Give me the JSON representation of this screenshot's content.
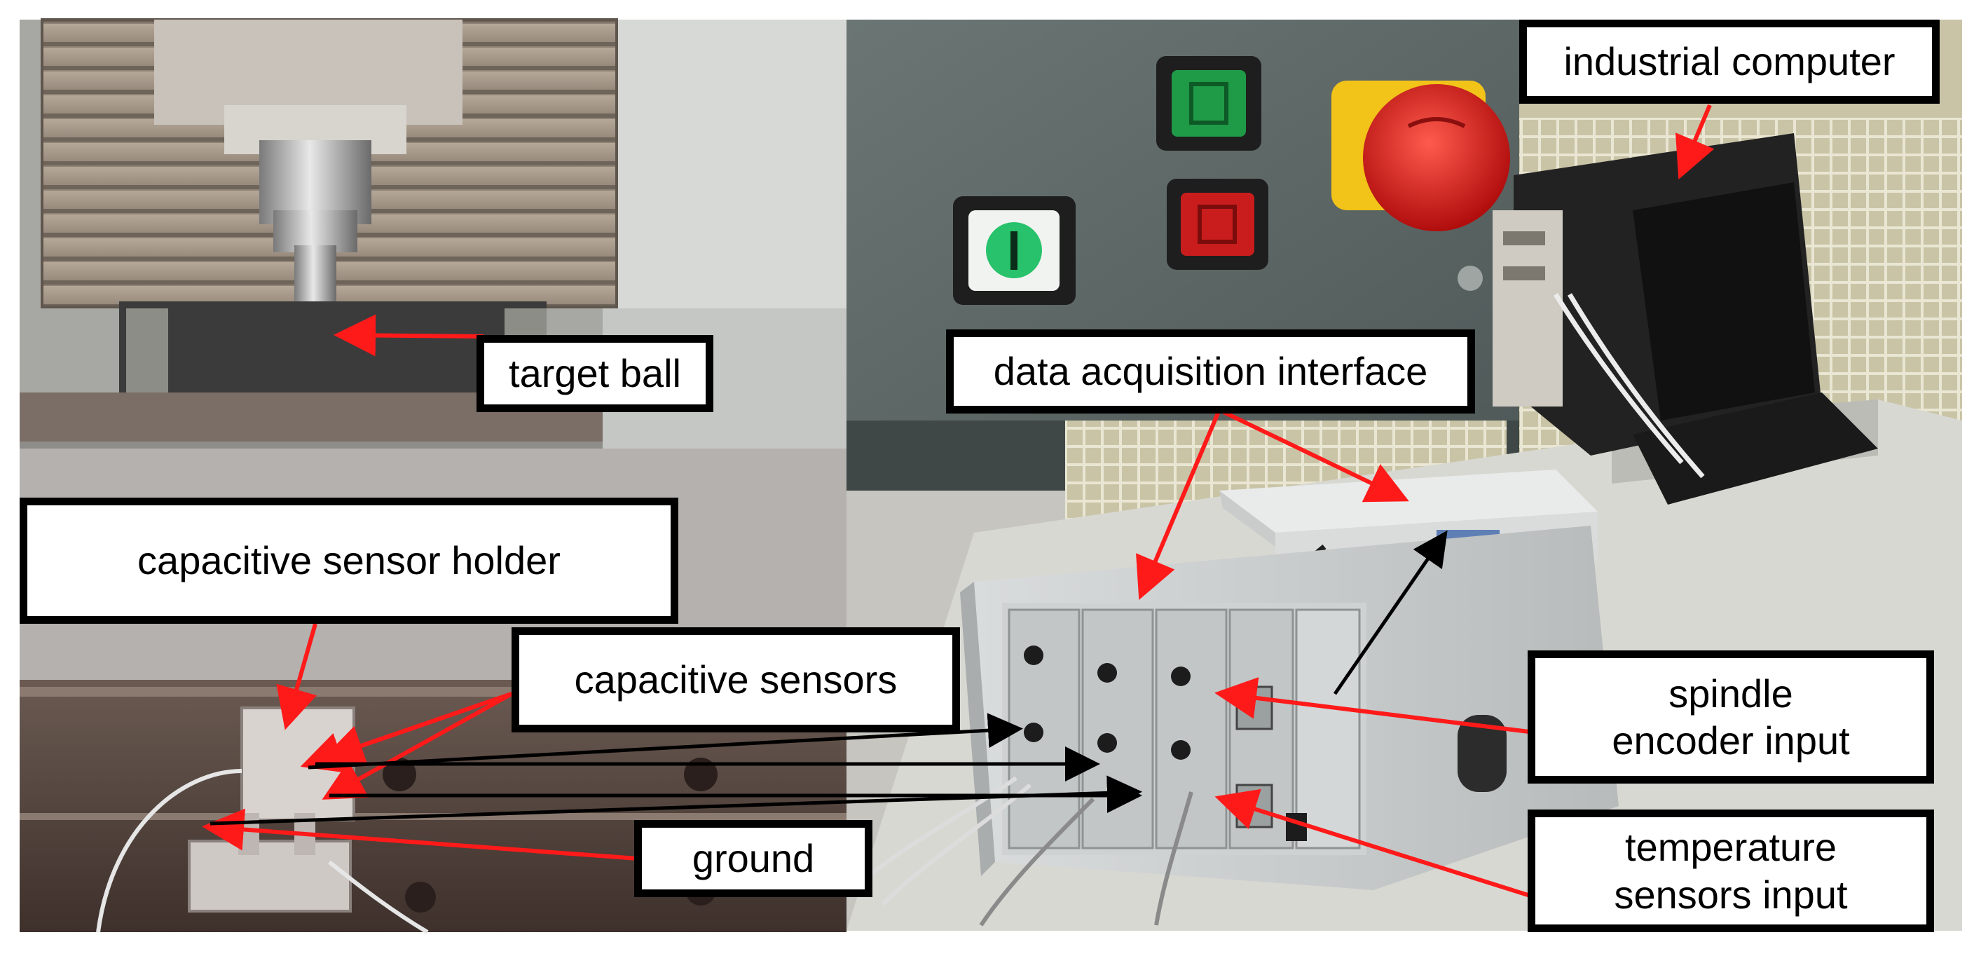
{
  "figure": {
    "labels": {
      "target_ball": "target ball",
      "capacitive_sensor_holder": "capacitive sensor holder",
      "capacitive_sensors": "capacitive sensors",
      "ground": "ground",
      "data_acquisition_interface": "data acquisition interface",
      "industrial_computer": "industrial computer",
      "spindle_encoder_input": [
        "spindle",
        "encoder input"
      ],
      "temperature_sensors_input": [
        "temperature",
        "sensors input"
      ]
    },
    "colors": {
      "arrow_red": "#ff1a1a",
      "arrow_black": "#000000",
      "estop_red": "#e01818",
      "estop_yellow": "#f2c318",
      "button_green": "#1f9a47",
      "panel_gray": "#5d6866"
    }
  }
}
